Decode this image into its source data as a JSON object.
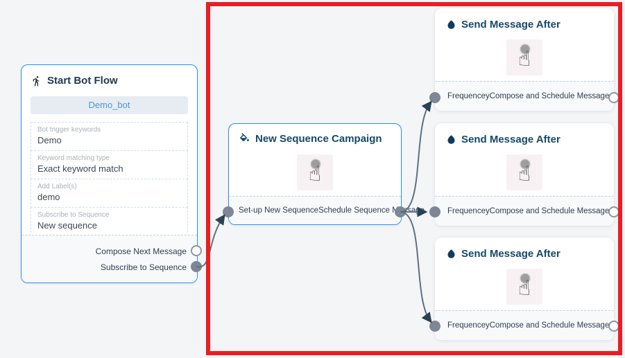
{
  "nodes": {
    "start": {
      "title": "Start Bot Flow",
      "bot_button": "Demo_bot",
      "fields": [
        {
          "label": "Bot trigger keywords",
          "value": "Demo"
        },
        {
          "label": "Keyword matching type",
          "value": "Exact keyword match"
        },
        {
          "label": "Add Label(s)",
          "value": "demo"
        },
        {
          "label": "Subscribe to Sequence",
          "value": "New sequence"
        }
      ],
      "outputs": [
        {
          "label": "Compose Next Message",
          "port_style": "outline"
        },
        {
          "label": "Subscribe to Sequence",
          "port_style": "filled"
        }
      ]
    },
    "campaign": {
      "title": "New Sequence Campaign",
      "left_port_label": "Set-up New Sequence",
      "right_port_label": "Schedule Sequence Message"
    },
    "send_message": {
      "title": "Send Message After",
      "left_port_label": "Frequencey",
      "right_port_label": "Compose and Schedule Message"
    }
  },
  "icons": {
    "start": "walking-person-icon",
    "campaign": "ink-bucket-icon",
    "send_message": "water-drop-icon",
    "node_body": "hand-pointer-cursor-icon",
    "hand_glyph": "☝"
  },
  "colors": {
    "canvas_bg": "#f4f5f7",
    "node_border_blue": "#2492eb",
    "highlight_red": "#ec1c24",
    "edge": "#5f7080",
    "arrowhead": "#2c4156",
    "port_filled": "#7d8795",
    "port_outline_border": "#8b95a2",
    "bot_button_bg": "#e7ecf2",
    "bot_button_text": "#4a96d6",
    "header_text_dark": "#223a4e",
    "header_text_navy": "#17496b"
  }
}
